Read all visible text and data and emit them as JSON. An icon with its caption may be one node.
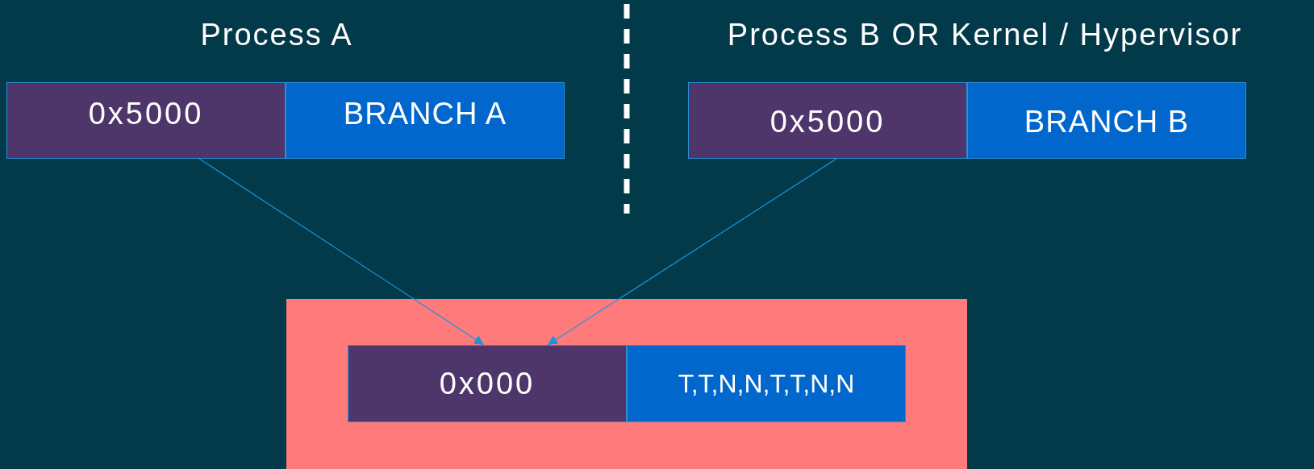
{
  "diagram": {
    "nodes": [
      {
        "text": [
          "0x5000"
        ]
      },
      {
        "text": [
          "BRANCH A"
        ]
      },
      {
        "text": [
          "0x5000"
        ]
      },
      {
        "text": [
          "BRANCH B"
        ]
      },
      {
        "text": [],
        "shape": "box"
      },
      {
        "text": [
          "0x000"
        ],
        "in": 4
      },
      {
        "text": [
          "T,T,N,N,T,T,N,N"
        ],
        "in": 4
      }
    ],
    "edges": [
      {
        "from": 0,
        "to": 5,
        "arrow": "to"
      },
      {
        "from": 2,
        "to": 5,
        "arrow": "to"
      }
    ],
    "labels": [
      "Process A",
      "Process B OR Kernel / Hypervisor"
    ]
  }
}
